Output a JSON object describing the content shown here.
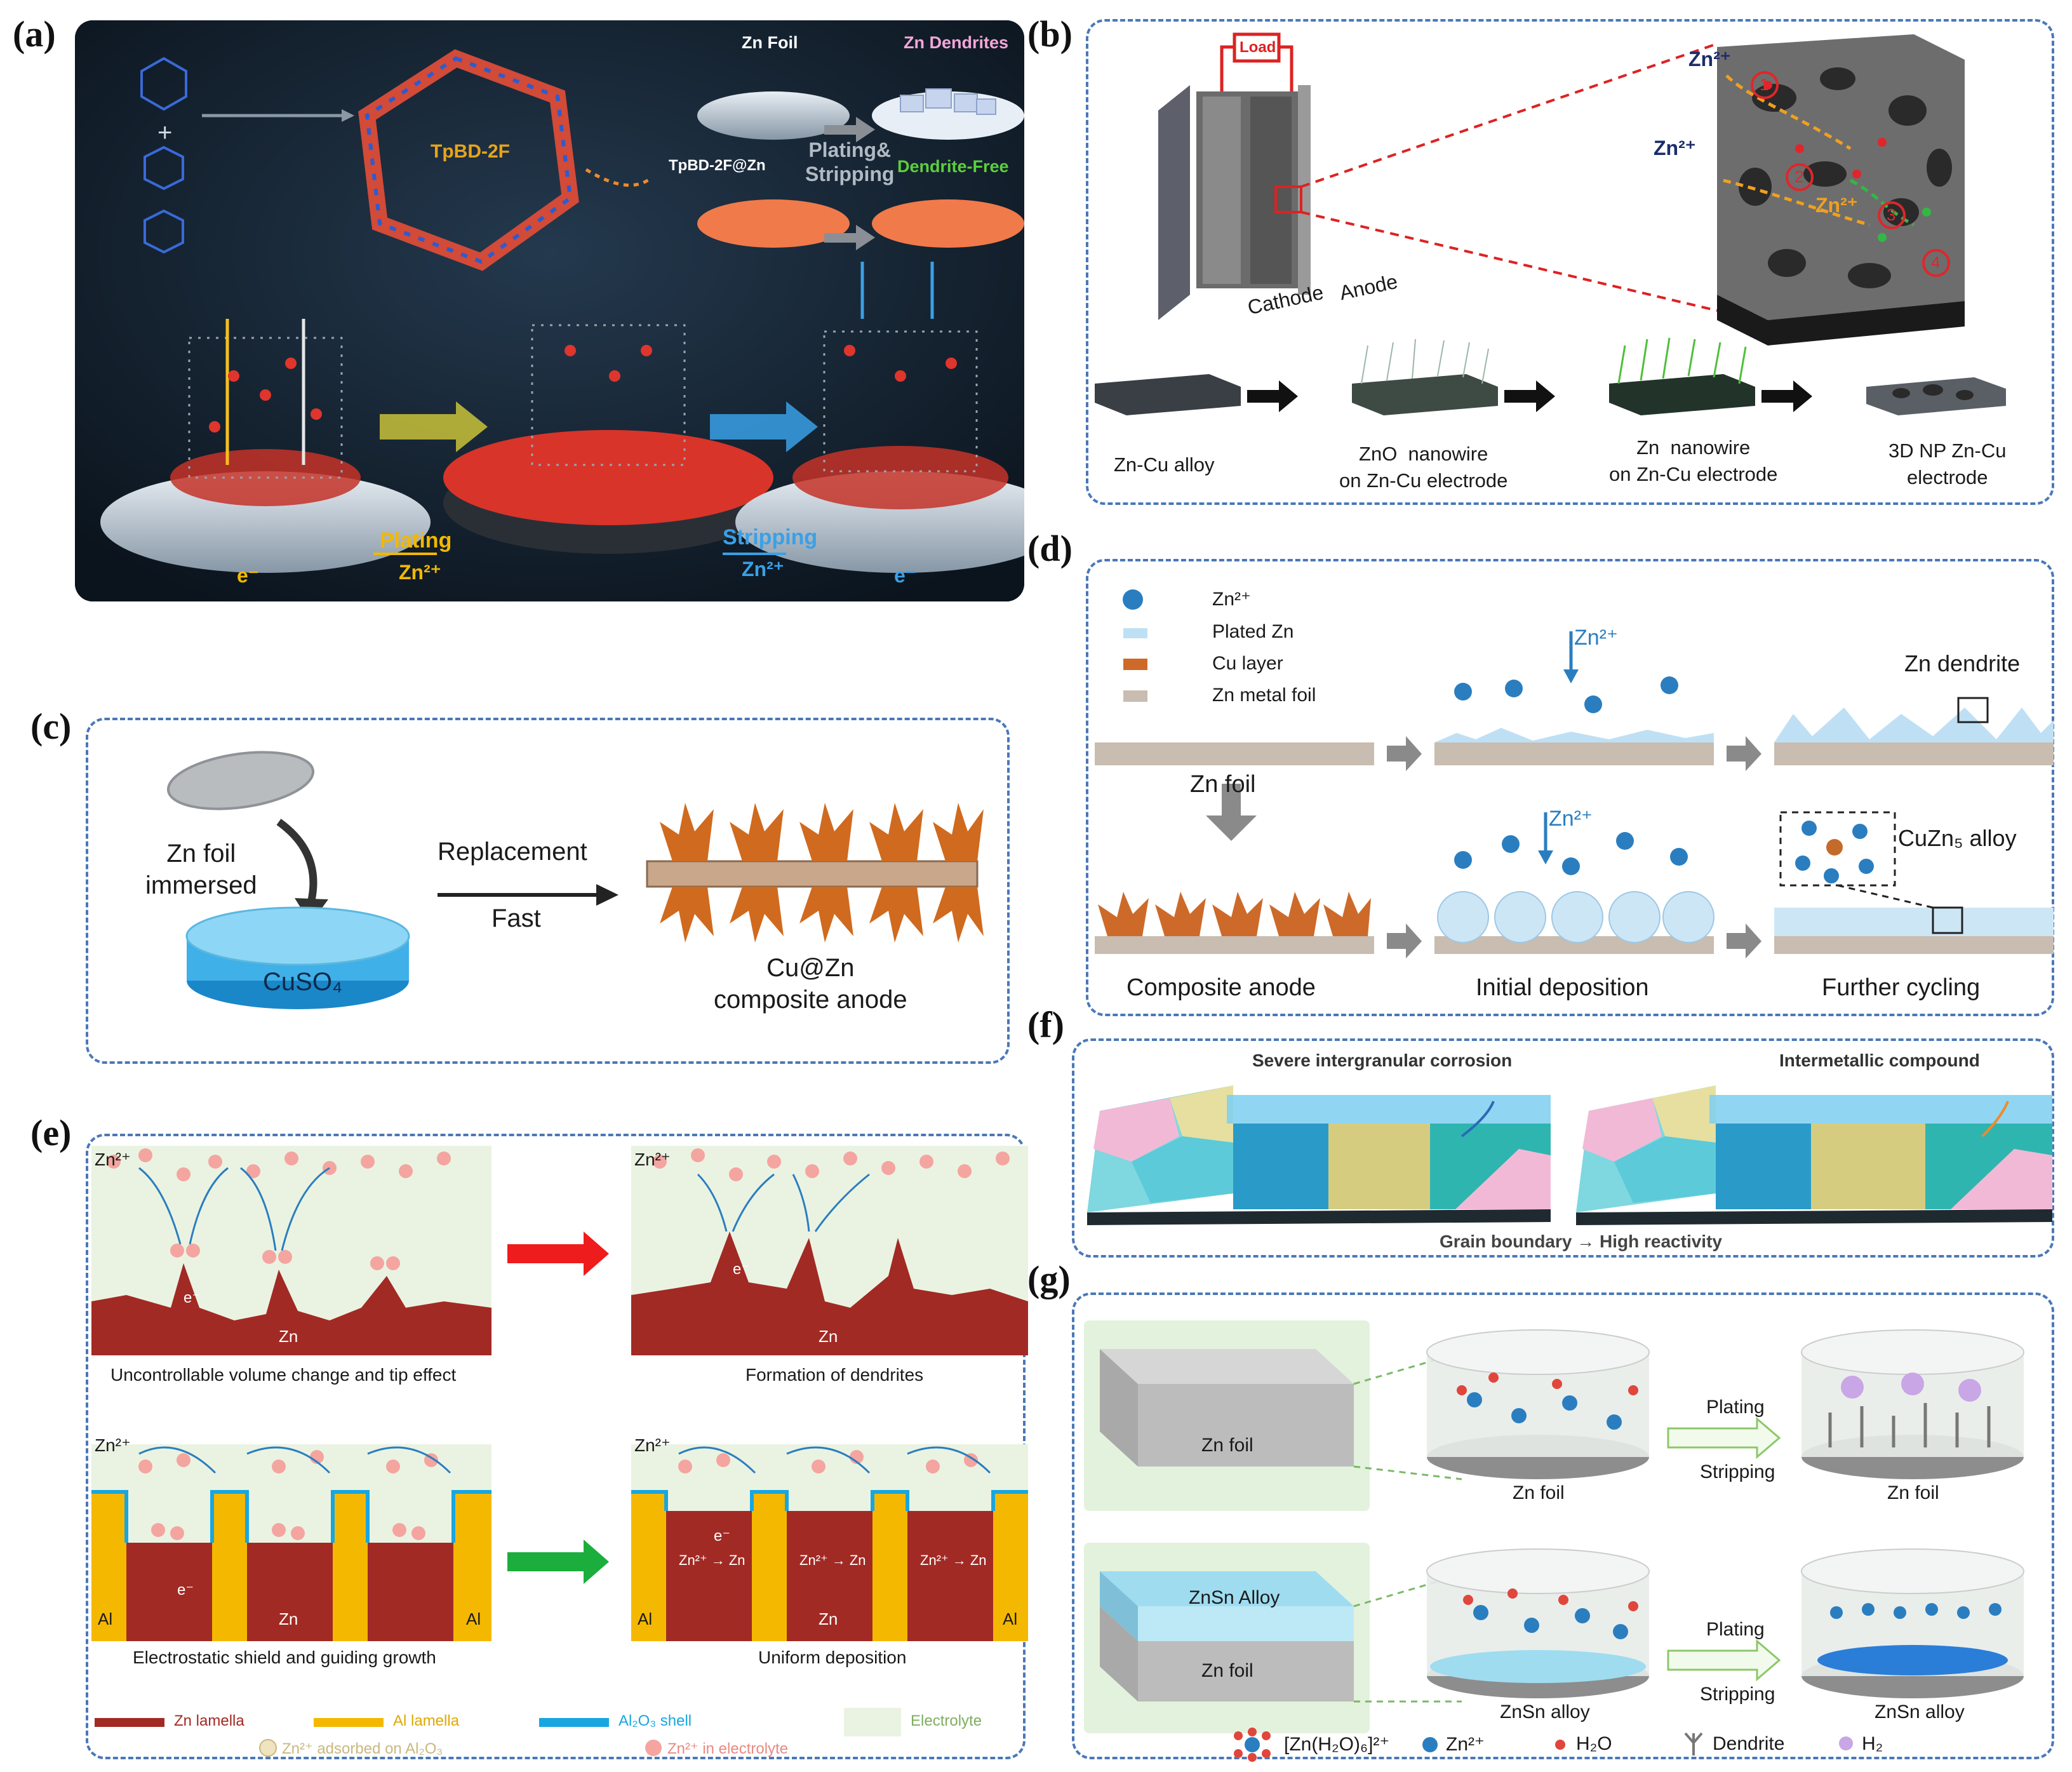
{
  "panels": {
    "a": {
      "label": "(a)",
      "framework": "TpBD-2F",
      "zn_foil": "Zn Foil",
      "zn_dendrites": "Zn Dendrites",
      "coated": "TpBD-2F@Zn",
      "process": "Plating&\nStripping",
      "dendrite_free": "Dendrite-Free",
      "plating": "Plating",
      "stripping": "Stripping",
      "zn_ion": "Zn²⁺",
      "electron": "e⁻",
      "colors": {
        "bg": "#101c28",
        "orange": "#f07a4a",
        "blue": "#3aa0e6",
        "yellow": "#f2b800"
      }
    },
    "b": {
      "label": "(b)",
      "load": "Load",
      "cathode": "Cathode",
      "anode": "Anode",
      "zn_ion": "Zn²⁺",
      "steps": [
        "1",
        "2",
        "3",
        "4"
      ],
      "flow": [
        "Zn-Cu alloy",
        "ZnO  nanowire\non Zn-Cu electrode",
        "Zn  nanowire\non Zn-Cu electrode",
        "3D NP Zn-Cu\nelectrode"
      ]
    },
    "c": {
      "label": "(c)",
      "foil": "Zn foil\nimmersed",
      "solution": "CuSO₄",
      "replacement": "Replacement",
      "fast": "Fast",
      "product": "Cu@Zn\ncomposite anode"
    },
    "d": {
      "label": "(d)",
      "legend": [
        "Zn²⁺",
        "Plated Zn",
        "Cu layer",
        "Zn metal foil"
      ],
      "zn_foil": "Zn foil",
      "zn_ion": "Zn²⁺",
      "zn_dendrite": "Zn dendrite",
      "alloy": "CuZn₅ alloy",
      "stages": [
        "Composite anode",
        "Initial deposition",
        "Further cycling"
      ]
    },
    "e": {
      "label": "(e)",
      "zn_ion": "Zn²⁺",
      "zn": "Zn",
      "al": "Al",
      "electron": "e⁻",
      "captions": [
        "Uncontrollable volume change and tip effect",
        "Formation of dendrites",
        "Electrostatic shield and guiding growth",
        "Uniform deposition"
      ],
      "migration": "Zn²⁺ → Zn",
      "legend": [
        "Zn lamella",
        "Al lamella",
        "Al₂O₃ shell",
        "Electrolyte",
        "Zn²⁺ adsorbed on Al₂O₃",
        "Zn²⁺ in electrolyte"
      ]
    },
    "f": {
      "label": "(f)",
      "left": "Severe intergranular corrosion",
      "right": "Intermetallic compound",
      "bottom": "Grain boundary → High reactivity"
    },
    "g": {
      "label": "(g)",
      "zn_foil": "Zn foil",
      "alloy": "ZnSn Alloy",
      "plating": "Plating",
      "stripping": "Stripping",
      "zn_foil_caption": "Zn foil",
      "alloy_caption": "ZnSn alloy",
      "legend": [
        "[Zn(H₂O)₆]²⁺",
        "Zn²⁺",
        "H₂O",
        "Dendrite",
        "H₂"
      ]
    }
  }
}
